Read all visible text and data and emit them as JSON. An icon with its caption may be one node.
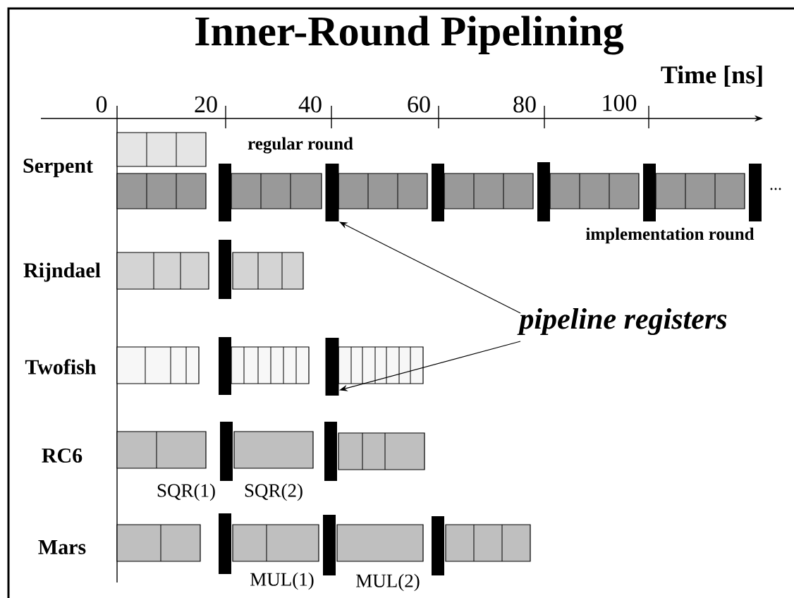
{
  "diagram": {
    "title": "Inner-Round Pipelining",
    "nodes": [
      {
        "text": [
          "pipeline registers"
        ]
      },
      {
        "text": [],
        "shape": "bar"
      },
      {
        "text": [],
        "shape": "bar"
      }
    ],
    "edges": [
      {
        "from": 0,
        "to": 1,
        "arrow": "to"
      },
      {
        "from": 0,
        "to": 2,
        "arrow": "to"
      }
    ],
    "labels": [
      "0",
      "20",
      "40",
      "60",
      "80",
      "100",
      "Time [ns]",
      "Serpent",
      "regular round",
      "...",
      "implementation round",
      "Rijndael",
      "Twofish",
      "RC6",
      "SQR(1)",
      "SQR(2)",
      "Mars",
      "MUL(1)",
      "MUL(2)"
    ]
  }
}
